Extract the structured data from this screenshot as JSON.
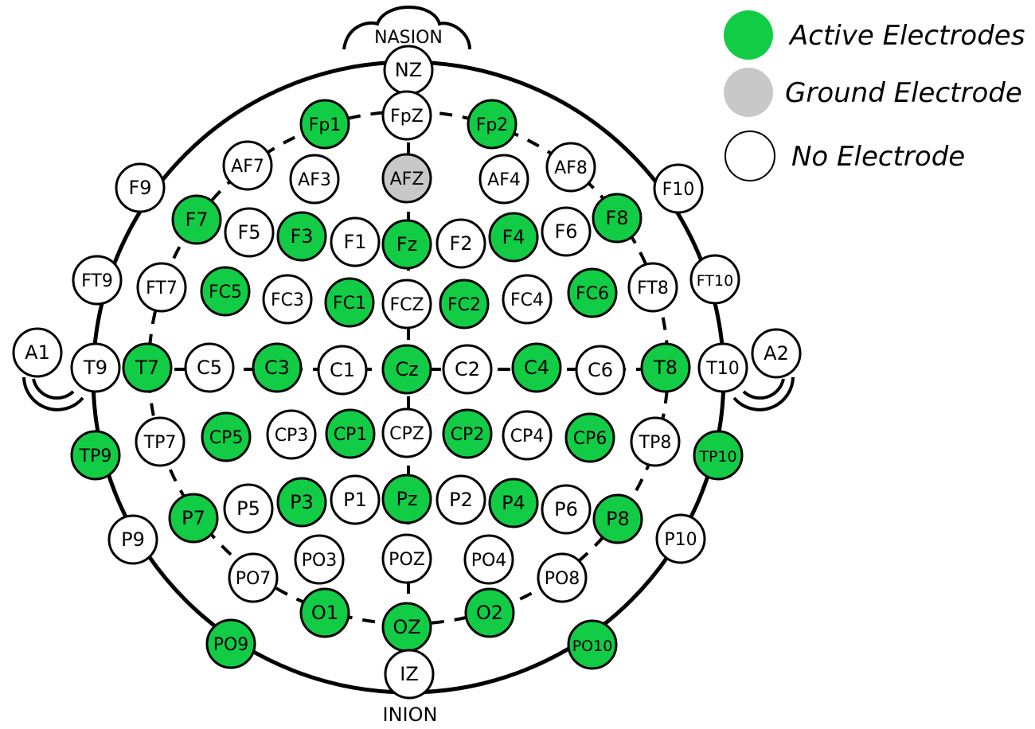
{
  "colors": {
    "active": "#12cc45",
    "ground": "#c8c8c8",
    "none": "#ffffff",
    "outline": "#000000"
  },
  "labels": {
    "nasion": "NASION",
    "inion": "INION"
  },
  "legend": [
    {
      "status": "active",
      "label": "Active Electrodes"
    },
    {
      "status": "ground",
      "label": "Ground Electrode"
    },
    {
      "status": "none",
      "label": "No Electrode"
    }
  ],
  "electrodes": [
    {
      "name": "NZ",
      "status": "none"
    },
    {
      "name": "FpZ",
      "status": "none"
    },
    {
      "name": "Fp1",
      "status": "active"
    },
    {
      "name": "Fp2",
      "status": "active"
    },
    {
      "name": "AF7",
      "status": "none"
    },
    {
      "name": "AF3",
      "status": "none"
    },
    {
      "name": "AFZ",
      "status": "ground"
    },
    {
      "name": "AF4",
      "status": "none"
    },
    {
      "name": "AF8",
      "status": "none"
    },
    {
      "name": "F9",
      "status": "none"
    },
    {
      "name": "F10",
      "status": "none"
    },
    {
      "name": "F7",
      "status": "active"
    },
    {
      "name": "F5",
      "status": "none"
    },
    {
      "name": "F3",
      "status": "active"
    },
    {
      "name": "F1",
      "status": "none"
    },
    {
      "name": "Fz",
      "status": "active"
    },
    {
      "name": "F2",
      "status": "none"
    },
    {
      "name": "F4",
      "status": "active"
    },
    {
      "name": "F6",
      "status": "none"
    },
    {
      "name": "F8",
      "status": "active"
    },
    {
      "name": "FT9",
      "status": "none"
    },
    {
      "name": "FT7",
      "status": "none"
    },
    {
      "name": "FC5",
      "status": "active"
    },
    {
      "name": "FC3",
      "status": "none"
    },
    {
      "name": "FC1",
      "status": "active"
    },
    {
      "name": "FCZ",
      "status": "none"
    },
    {
      "name": "FC2",
      "status": "active"
    },
    {
      "name": "FC4",
      "status": "none"
    },
    {
      "name": "FC6",
      "status": "active"
    },
    {
      "name": "FT8",
      "status": "none"
    },
    {
      "name": "FT10",
      "status": "none"
    },
    {
      "name": "A1",
      "status": "none"
    },
    {
      "name": "T9",
      "status": "none"
    },
    {
      "name": "T7",
      "status": "active"
    },
    {
      "name": "C5",
      "status": "none"
    },
    {
      "name": "C3",
      "status": "active"
    },
    {
      "name": "C1",
      "status": "none"
    },
    {
      "name": "Cz",
      "status": "active"
    },
    {
      "name": "C2",
      "status": "none"
    },
    {
      "name": "C4",
      "status": "active"
    },
    {
      "name": "C6",
      "status": "none"
    },
    {
      "name": "T8",
      "status": "active"
    },
    {
      "name": "T10",
      "status": "none"
    },
    {
      "name": "A2",
      "status": "none"
    },
    {
      "name": "TP9",
      "status": "active"
    },
    {
      "name": "TP7",
      "status": "none"
    },
    {
      "name": "CP5",
      "status": "active"
    },
    {
      "name": "CP3",
      "status": "none"
    },
    {
      "name": "CP1",
      "status": "active"
    },
    {
      "name": "CPZ",
      "status": "none"
    },
    {
      "name": "CP2",
      "status": "active"
    },
    {
      "name": "CP4",
      "status": "none"
    },
    {
      "name": "CP6",
      "status": "active"
    },
    {
      "name": "TP8",
      "status": "none"
    },
    {
      "name": "TP10",
      "status": "active"
    },
    {
      "name": "P9",
      "status": "none"
    },
    {
      "name": "P7",
      "status": "active"
    },
    {
      "name": "P5",
      "status": "none"
    },
    {
      "name": "P3",
      "status": "active"
    },
    {
      "name": "P1",
      "status": "none"
    },
    {
      "name": "Pz",
      "status": "active"
    },
    {
      "name": "P2",
      "status": "none"
    },
    {
      "name": "P4",
      "status": "active"
    },
    {
      "name": "P6",
      "status": "none"
    },
    {
      "name": "P8",
      "status": "active"
    },
    {
      "name": "P10",
      "status": "none"
    },
    {
      "name": "PO7",
      "status": "none"
    },
    {
      "name": "PO3",
      "status": "none"
    },
    {
      "name": "POZ",
      "status": "none"
    },
    {
      "name": "PO4",
      "status": "none"
    },
    {
      "name": "PO8",
      "status": "none"
    },
    {
      "name": "O1",
      "status": "active"
    },
    {
      "name": "OZ",
      "status": "active"
    },
    {
      "name": "O2",
      "status": "active"
    },
    {
      "name": "PO9",
      "status": "active"
    },
    {
      "name": "PO10",
      "status": "active"
    },
    {
      "name": "IZ",
      "status": "none"
    }
  ]
}
